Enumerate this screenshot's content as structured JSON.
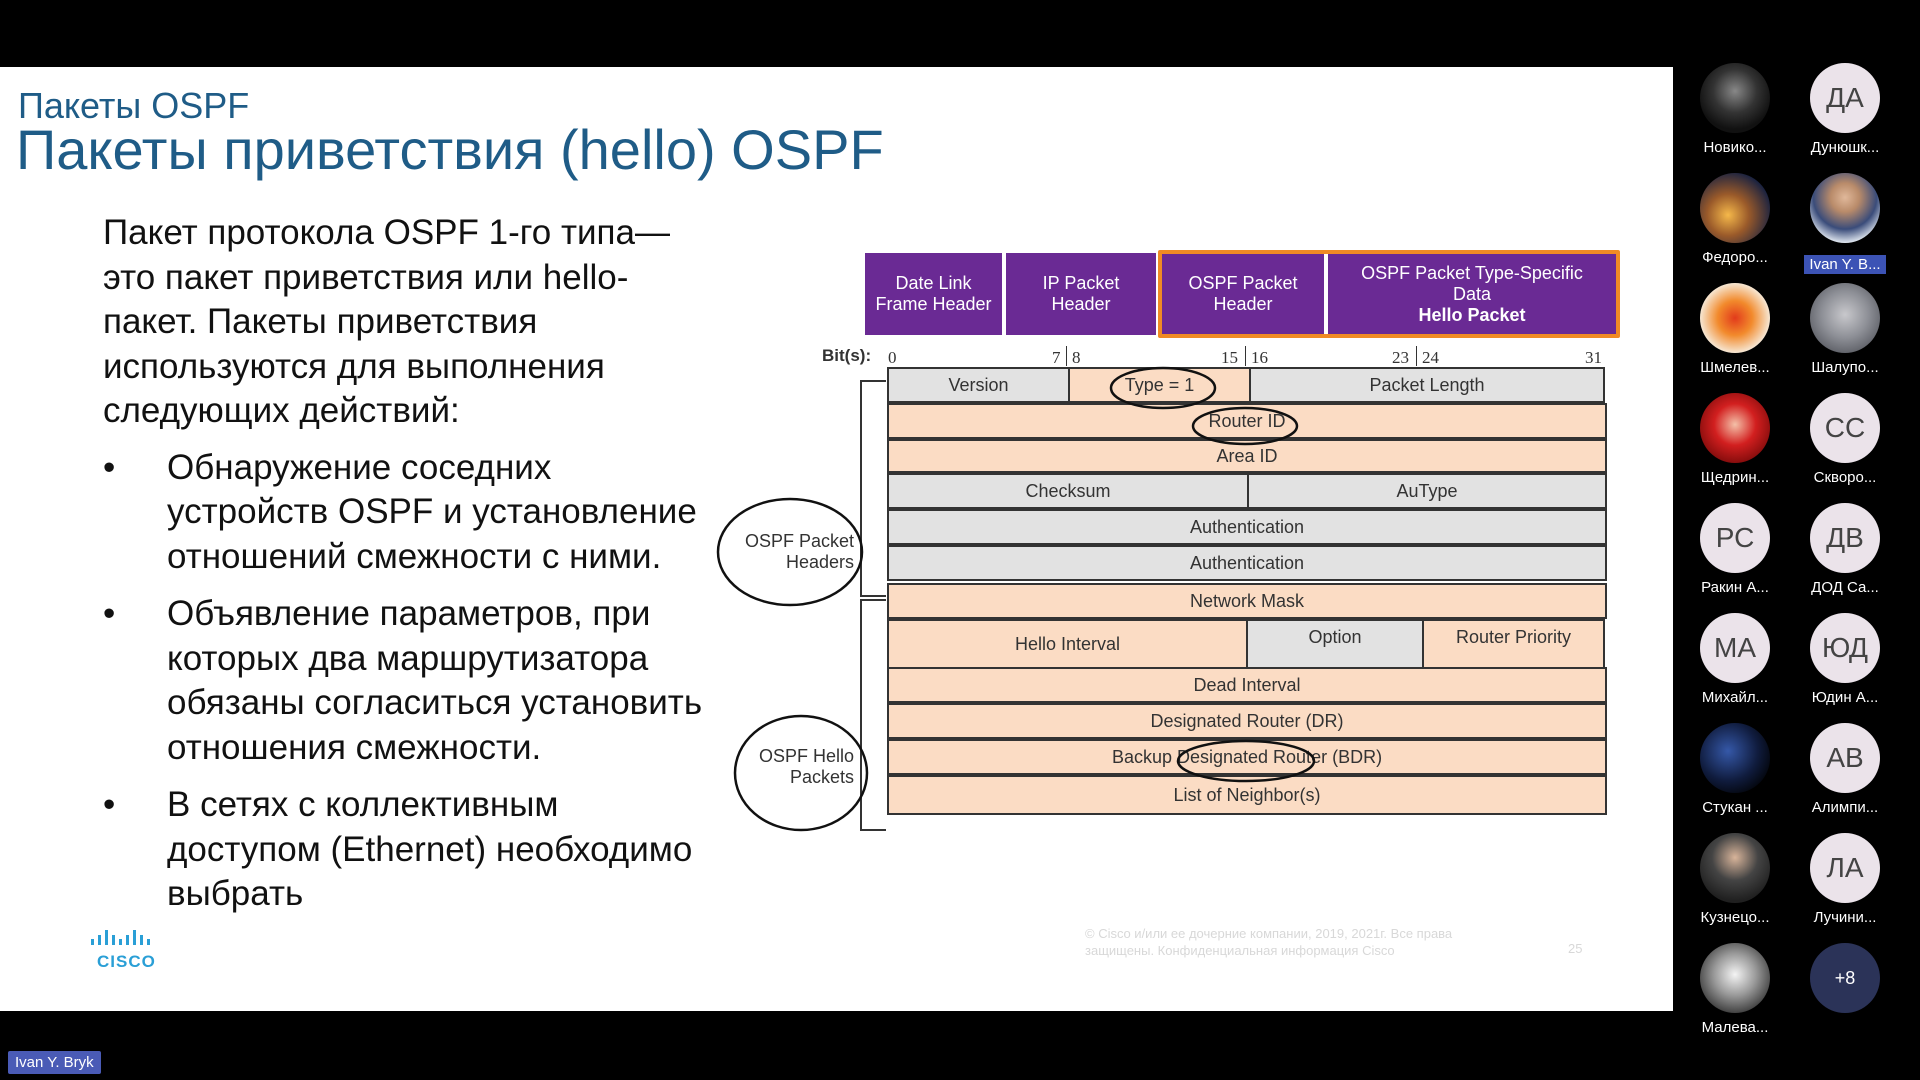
{
  "slide": {
    "subtitle": "Пакеты OSPF",
    "title": "Пакеты приветствия (hello) OSPF",
    "intro": "Пакет протокола OSPF 1-го типа— это пакет приветствия или hello-пакет. Пакеты приветствия используются для выполнения следующих действий:",
    "bullets": [
      "Обнаружение соседних устройств OSPF и установление отношений смежности с ними.",
      "Объявление параметров, при которых два маршрутизатора обязаны согласиться установить отношения смежности.",
      "В сетях с коллективным доступом (Ethernet) необходимо выбрать"
    ],
    "bullet_char": "•",
    "logo_text": "CISCO",
    "footer": "© Cisco и/или ее дочерние компании, 2019, 2021г. Все права защищены. Конфиденциальная информация Cisco",
    "page": "25"
  },
  "diagram": {
    "headers": {
      "datalink": "Date Link Frame Header",
      "ip": "IP Packet Header",
      "ospf": "OSPF Packet Header",
      "type_specific": "OSPF Packet Type-Specific Data",
      "hello": "Hello Packet"
    },
    "bits_label": "Bit(s):",
    "bits": [
      "0",
      "7",
      "8",
      "15",
      "16",
      "23",
      "24",
      "31"
    ],
    "fields": {
      "version": "Version",
      "type": "Type = 1",
      "packet_length": "Packet Length",
      "router_id": "Router ID",
      "area_id": "Area ID",
      "checksum": "Checksum",
      "autype": "AuType",
      "auth1": "Authentication",
      "auth2": "Authentication",
      "network_mask": "Network Mask",
      "hello_interval": "Hello Interval",
      "option": "Option",
      "router_priority": "Router Priority",
      "dead_interval": "Dead Interval",
      "dr": "Designated Router (DR)",
      "bdr": "Backup Designated Router (BDR)",
      "neighbors": "List of Neighbor(s)"
    },
    "side_labels": {
      "headers": "OSPF Packet Headers",
      "hello": "OSPF Hello Packets"
    },
    "colors": {
      "header_purple": "#6a2a94",
      "highlight_orange": "#f08a24",
      "cell_tan": "#fbdcc4",
      "cell_grey": "#e2e2e2"
    }
  },
  "participants": [
    {
      "name": "Новико...",
      "initials": "",
      "kind": "photo-dark"
    },
    {
      "name": "Дунюшк...",
      "initials": "ДА",
      "kind": "initials"
    },
    {
      "name": "Федоро...",
      "initials": "",
      "kind": "photo-city"
    },
    {
      "name": "Ivan Y. B...",
      "initials": "",
      "kind": "photo-person",
      "active": true
    },
    {
      "name": "Шмелев...",
      "initials": "",
      "kind": "photo-flame"
    },
    {
      "name": "Шалупо...",
      "initials": "",
      "kind": "photo-cat"
    },
    {
      "name": "Щедрин...",
      "initials": "",
      "kind": "photo-anime"
    },
    {
      "name": "Скворо...",
      "initials": "СС",
      "kind": "initials"
    },
    {
      "name": "Ракин А...",
      "initials": "РС",
      "kind": "initials"
    },
    {
      "name": "ДОД Са...",
      "initials": "ДВ",
      "kind": "initials"
    },
    {
      "name": "Михайл...",
      "initials": "МА",
      "kind": "initials"
    },
    {
      "name": "Юдин А...",
      "initials": "ЮД",
      "kind": "initials"
    },
    {
      "name": "Стукан ...",
      "initials": "",
      "kind": "photo-night"
    },
    {
      "name": "Алимпи...",
      "initials": "АВ",
      "kind": "initials"
    },
    {
      "name": "Кузнецо...",
      "initials": "",
      "kind": "photo-suit"
    },
    {
      "name": "Лучини...",
      "initials": "ЛА",
      "kind": "initials"
    },
    {
      "name": "Малева...",
      "initials": "",
      "kind": "photo-tiger"
    },
    {
      "name": "",
      "initials": "+8",
      "kind": "more"
    }
  ],
  "presenter_tag": "Ivan Y. Bryk"
}
